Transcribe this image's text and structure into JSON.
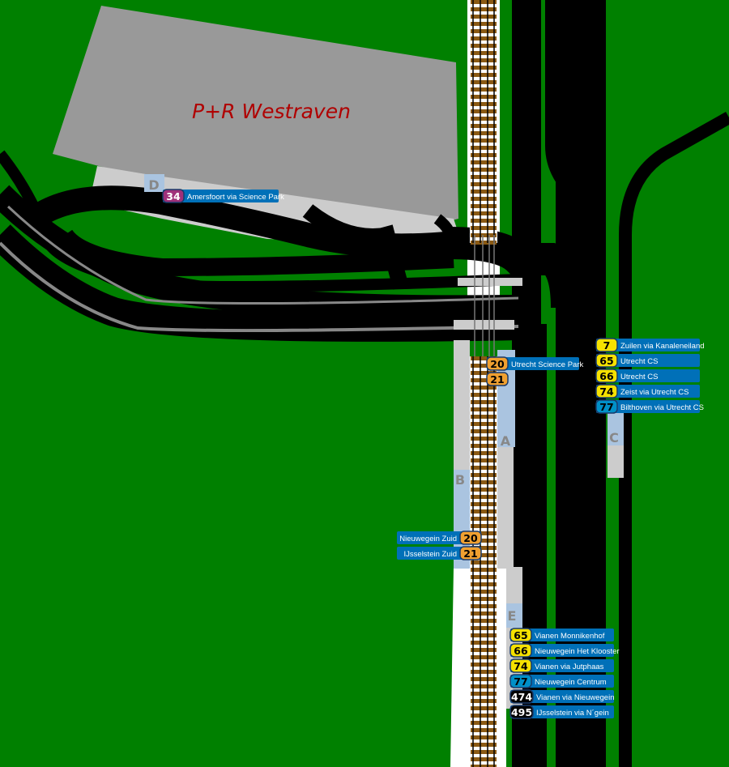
{
  "map_title": "P+R Westraven",
  "colors": {
    "grass": "#008000",
    "road": "#000000",
    "parking": "#999999",
    "platform": "#cccccc",
    "platform_marker": "#aac4e0",
    "sign_blue": "#0070b8",
    "badge_yellow": "#f5e100",
    "badge_orange": "#f0a030",
    "badge_purple": "#a0307a",
    "badge_teal": "#0090c8",
    "badge_black": "#000000",
    "title_red": "#b00000",
    "rail_sleeper": "#8b5a14"
  },
  "platforms": {
    "A": {
      "letter": "A",
      "routes": [
        {
          "number": "20",
          "destination": "Utrecht Science Park",
          "style": "orange"
        },
        {
          "number": "21",
          "destination": "",
          "style": "orange"
        }
      ]
    },
    "B": {
      "letter": "B",
      "routes": [
        {
          "number": "20",
          "destination": "Nieuwegein Zuid",
          "style": "orange"
        },
        {
          "number": "21",
          "destination": "IJsselstein Zuid",
          "style": "orange"
        }
      ]
    },
    "C": {
      "letter": "C",
      "routes": [
        {
          "number": "7",
          "destination": "Zuilen via Kanaleneiland",
          "style": "yellow"
        },
        {
          "number": "65",
          "destination": "Utrecht CS",
          "style": "yellow"
        },
        {
          "number": "66",
          "destination": "Utrecht CS",
          "style": "yellow"
        },
        {
          "number": "74",
          "destination": "Zeist via Utrecht CS",
          "style": "yellow"
        },
        {
          "number": "77",
          "destination": "Bilthoven via Utrecht CS",
          "style": "teal"
        }
      ]
    },
    "D": {
      "letter": "D",
      "routes": [
        {
          "number": "34",
          "destination": "Amersfoort via Science Park",
          "style": "purple"
        }
      ]
    },
    "E": {
      "letter": "E",
      "routes": [
        {
          "number": "65",
          "destination": "Vianen Monnikenhof",
          "style": "yellow"
        },
        {
          "number": "66",
          "destination": "Nieuwegein Het Klooster",
          "style": "yellow"
        },
        {
          "number": "74",
          "destination": "Vianen via Jutphaas",
          "style": "yellow"
        },
        {
          "number": "77",
          "destination": "Nieuwegein Centrum",
          "style": "teal"
        },
        {
          "number": "474",
          "destination": "Vianen via Nieuwegein",
          "style": "black"
        },
        {
          "number": "495",
          "destination": "IJsselstein via N´gein",
          "style": "black"
        }
      ]
    }
  }
}
